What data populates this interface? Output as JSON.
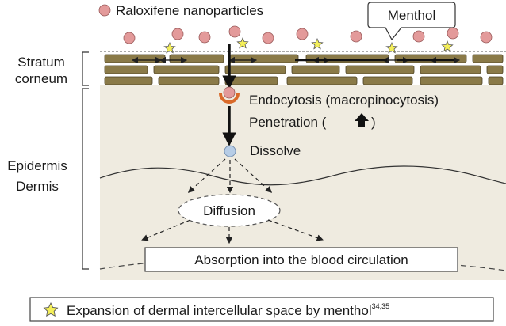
{
  "legend_top": {
    "label": "Raloxifene nanoparticles",
    "particle_color": "#e39a9a"
  },
  "callout": {
    "label": "Menthol"
  },
  "side_labels": {
    "stratum_line1": "Stratum",
    "stratum_line2": "corneum",
    "epidermis": "Epidermis",
    "dermis": "Dermis"
  },
  "steps": {
    "endocytosis": "Endocytosis (macropinocytosis)",
    "penetration_prefix": "Penetration (",
    "penetration_suffix": ")",
    "dissolve": "Dissolve",
    "diffusion": "Diffusion",
    "absorption": "Absorption into the blood circulation"
  },
  "legend_bottom": {
    "label": "Expansion of dermal intercellular space by menthol",
    "superscript": "34,35"
  },
  "colors": {
    "corneocyte": "#8a7a48",
    "tissue": "#efebe0",
    "endocytosis_cup": "#d96a2a",
    "dissolved_particle": "#b7cde6",
    "star": "#f4ef5a"
  }
}
